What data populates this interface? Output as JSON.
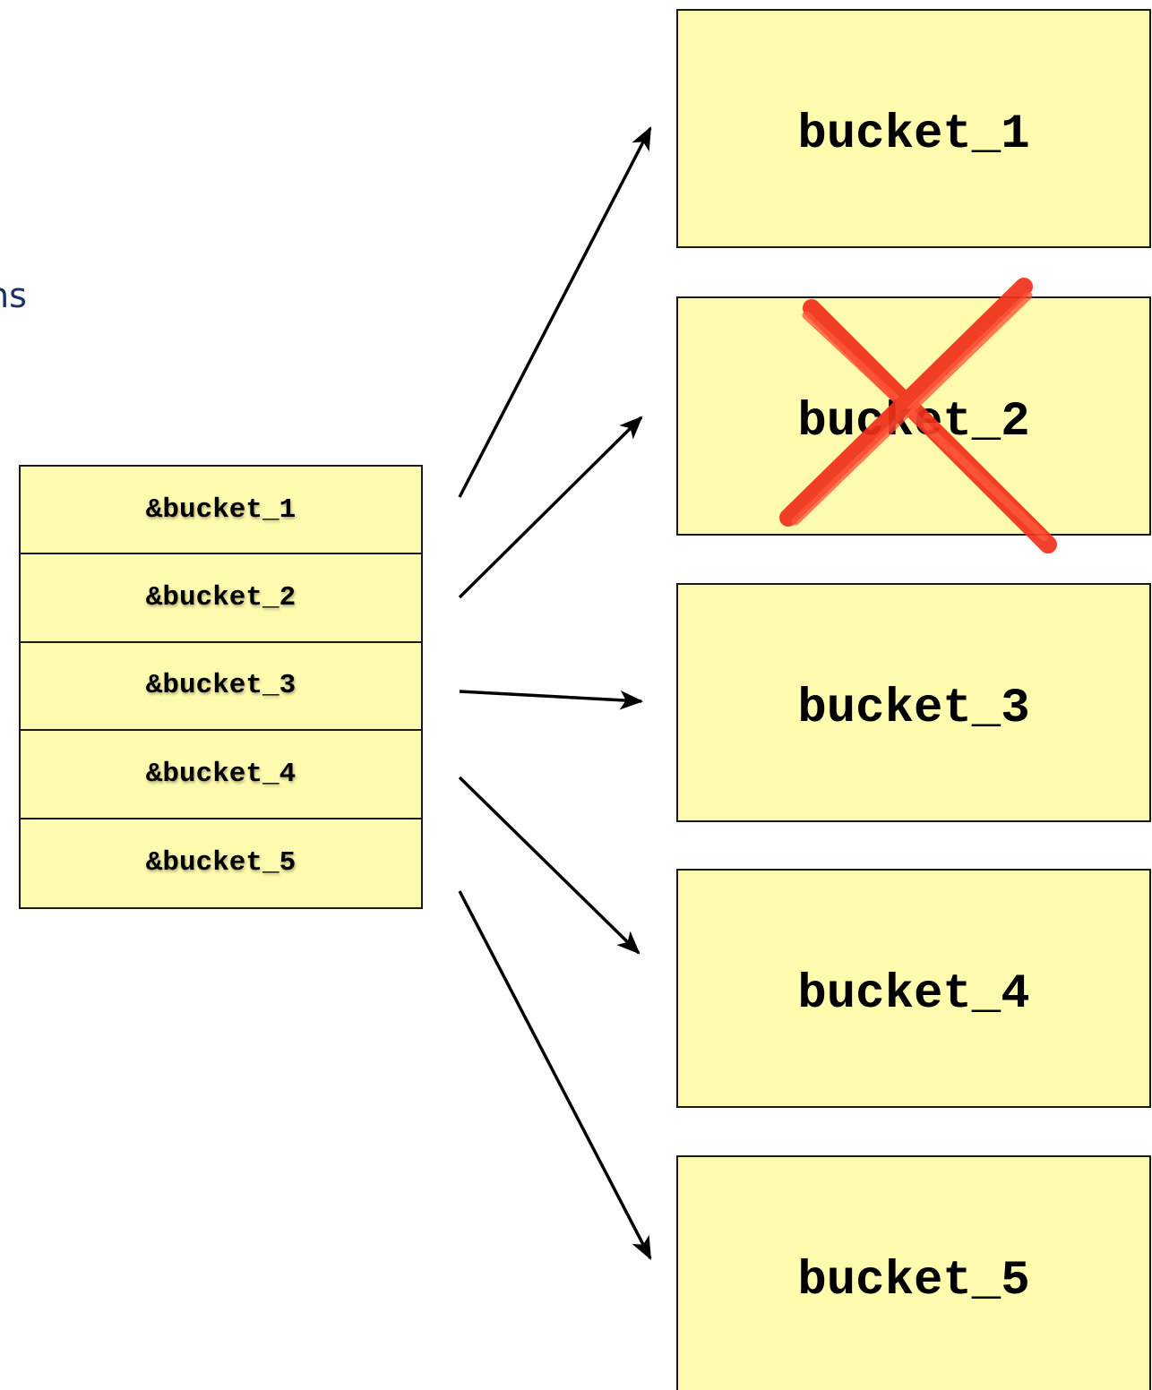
{
  "cutoff_text": "ns",
  "pointer_array": [
    "&bucket_1",
    "&bucket_2",
    "&bucket_3",
    "&bucket_4",
    "&bucket_5"
  ],
  "buckets": [
    {
      "label": "bucket_1",
      "deleted": false
    },
    {
      "label": "bucket_2",
      "deleted": true
    },
    {
      "label": "bucket_3",
      "deleted": false
    },
    {
      "label": "bucket_4",
      "deleted": false
    },
    {
      "label": "bucket_5",
      "deleted": false
    }
  ],
  "colors": {
    "box_fill": "#fffbae",
    "border": "#1a1a1a",
    "arrow": "#000000",
    "cross": "#f0301a",
    "cutoff_text": "#1c3266"
  }
}
